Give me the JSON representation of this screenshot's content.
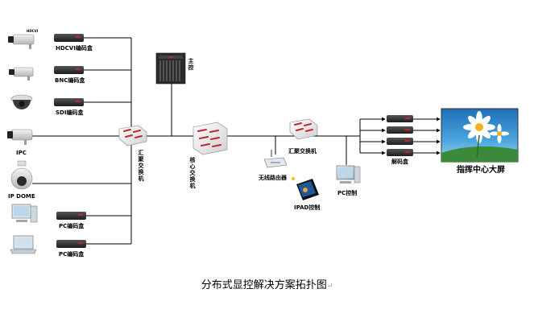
{
  "caption": "分布式显控解决方案拓扑图",
  "caption_mark": "↵",
  "camera_tag": "HDCVI",
  "sources": [
    {
      "id": "hdcvi",
      "device": "HDCVI编码盒"
    },
    {
      "id": "bnc",
      "device": "BNC编码盒"
    },
    {
      "id": "sdi",
      "device": "SDI编码盒"
    },
    {
      "id": "ipc",
      "device": "IPC"
    },
    {
      "id": "ipdome",
      "device": "IP DOME"
    },
    {
      "id": "pc1",
      "device": "PC编码盒"
    },
    {
      "id": "pc2",
      "device": "PC编码盒"
    }
  ],
  "aggregation_switch_left": "汇聚交换机",
  "core_switch": "核心交换机",
  "main_control": "主控",
  "aggregation_switch_right": "汇聚交换机",
  "wireless_router": "无线路由器",
  "ipad_control": "IPAD控制",
  "pc_control": "PC控制",
  "decoder": "解码盒",
  "big_screen": "指挥中心大屏",
  "colors": {
    "device_dark": "#2f2f2f",
    "device_accent": "#c0282c",
    "switch_arrow": "#c0282c",
    "screen_sky": "#4aa6de",
    "line": "#000000"
  }
}
